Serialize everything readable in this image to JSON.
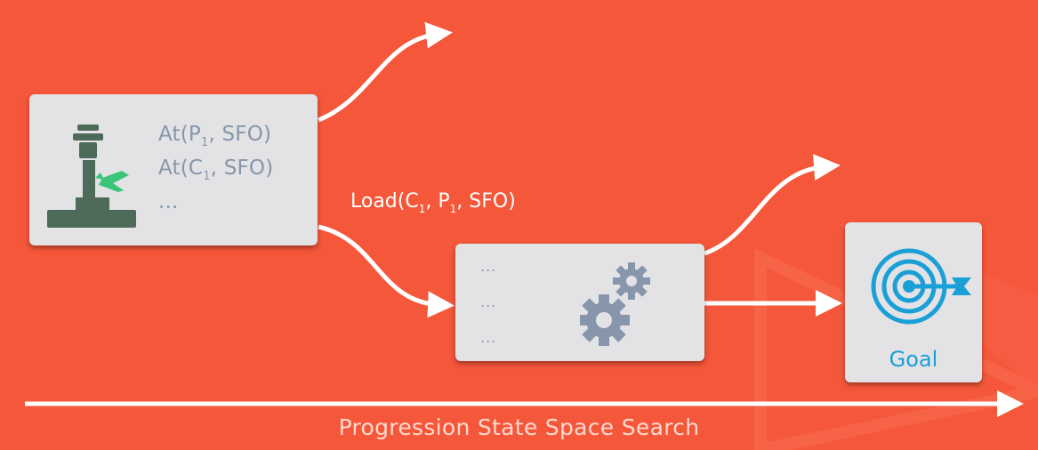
{
  "initial_state": {
    "lines": [
      {
        "pre": "At(P",
        "sub": "1",
        "post": ", SFO)"
      },
      {
        "pre": "At(C",
        "sub": "1",
        "post": ", SFO)"
      },
      {
        "text": "..."
      }
    ],
    "icon": "airport-tower-with-plane-icon"
  },
  "action": {
    "pre": "Load(C",
    "sub1": "1",
    "mid": ", P",
    "sub2": "1",
    "post": ", SFO)"
  },
  "middle_state": {
    "lines": [
      "...",
      "...",
      "..."
    ],
    "icon": "gears-icon"
  },
  "goal": {
    "label": "Goal",
    "icon": "target-icon"
  },
  "caption": "Progression State Space Search",
  "colors": {
    "background": "#f5573a",
    "card": "#e3e3e6",
    "state_text": "#8796aa",
    "tower": "#4e6b5a",
    "plane": "#39c67a",
    "goal_blue": "#1a9fd6",
    "arrow": "#ffffff"
  }
}
